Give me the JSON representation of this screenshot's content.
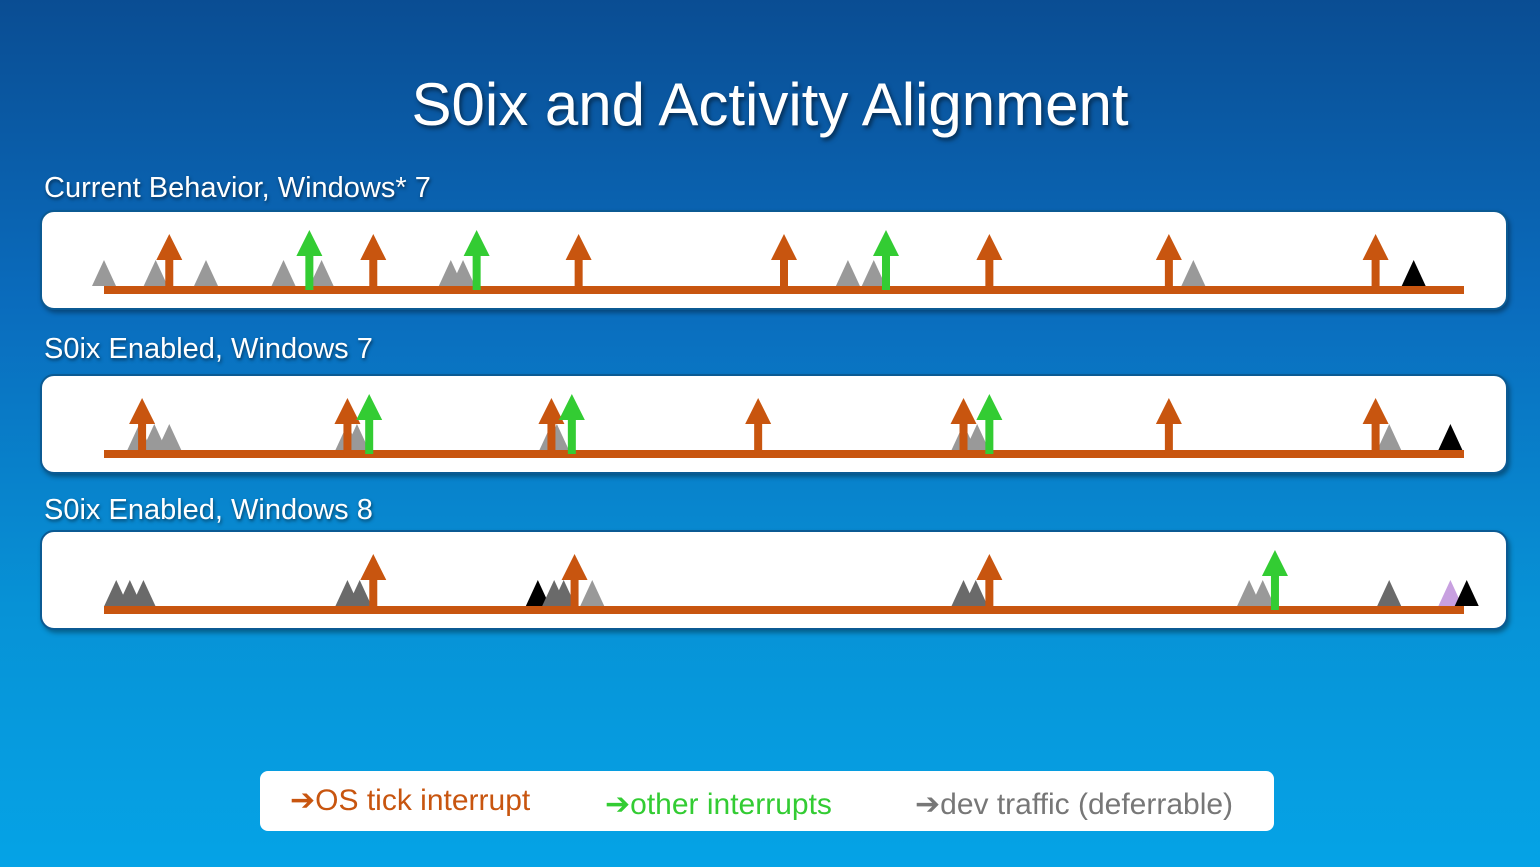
{
  "title": "S0ix and Activity Alignment",
  "colors": {
    "os_tick": "#c8550f",
    "other": "#33cc33",
    "dev": "#999999",
    "dev_dark": "#6a6a6a",
    "black": "#000000",
    "purple": "#c8a0e0"
  },
  "timelines": [
    {
      "label": "Current Behavior, Windows* 7",
      "events": [
        {
          "type": "dev",
          "t": 0
        },
        {
          "type": "dev",
          "t": 3.8
        },
        {
          "type": "dev",
          "t": 7.5
        },
        {
          "type": "dev",
          "t": 13.2
        },
        {
          "type": "dev",
          "t": 16
        },
        {
          "type": "dev",
          "t": 25.5
        },
        {
          "type": "dev",
          "t": 26.4
        },
        {
          "type": "dev",
          "t": 54.7
        },
        {
          "type": "dev",
          "t": 56.6
        },
        {
          "type": "dev",
          "t": 80.1
        },
        {
          "type": "black",
          "t": 96.3
        },
        {
          "type": "os_tick",
          "t": 4.8
        },
        {
          "type": "os_tick",
          "t": 19.8
        },
        {
          "type": "os_tick",
          "t": 34.9
        },
        {
          "type": "os_tick",
          "t": 50
        },
        {
          "type": "os_tick",
          "t": 65.1
        },
        {
          "type": "os_tick",
          "t": 78.3
        },
        {
          "type": "os_tick",
          "t": 93.5
        },
        {
          "type": "other",
          "t": 15.1
        },
        {
          "type": "other",
          "t": 27.4
        },
        {
          "type": "other",
          "t": 57.5
        }
      ]
    },
    {
      "label": "S0ix Enabled, Windows 7",
      "events": [
        {
          "type": "dev",
          "t": 2.6
        },
        {
          "type": "dev",
          "t": 3.7
        },
        {
          "type": "dev",
          "t": 4.8
        },
        {
          "type": "dev",
          "t": 17.9
        },
        {
          "type": "dev",
          "t": 18.6
        },
        {
          "type": "dev",
          "t": 32.9
        },
        {
          "type": "dev",
          "t": 33.3
        },
        {
          "type": "dev",
          "t": 63.2
        },
        {
          "type": "dev",
          "t": 64.2
        },
        {
          "type": "dev",
          "t": 94.5
        },
        {
          "type": "black",
          "t": 99
        },
        {
          "type": "os_tick",
          "t": 2.8
        },
        {
          "type": "os_tick",
          "t": 17.9
        },
        {
          "type": "os_tick",
          "t": 32.9
        },
        {
          "type": "os_tick",
          "t": 48.1
        },
        {
          "type": "os_tick",
          "t": 63.2
        },
        {
          "type": "os_tick",
          "t": 78.3
        },
        {
          "type": "os_tick",
          "t": 93.5
        },
        {
          "type": "other",
          "t": 19.5
        },
        {
          "type": "other",
          "t": 34.4
        },
        {
          "type": "other",
          "t": 65.1
        }
      ]
    },
    {
      "label": "S0ix Enabled, Windows 8",
      "events": [
        {
          "type": "dev_dark",
          "t": 0.9
        },
        {
          "type": "dev_dark",
          "t": 1.9
        },
        {
          "type": "dev_dark",
          "t": 2.9
        },
        {
          "type": "dev_dark",
          "t": 17.9
        },
        {
          "type": "dev_dark",
          "t": 18.8
        },
        {
          "type": "black",
          "t": 31.9
        },
        {
          "type": "dev_dark",
          "t": 33.1
        },
        {
          "type": "dev_dark",
          "t": 33.8
        },
        {
          "type": "dev",
          "t": 35.9
        },
        {
          "type": "dev_dark",
          "t": 63.2
        },
        {
          "type": "dev_dark",
          "t": 64.1
        },
        {
          "type": "dev",
          "t": 84.2
        },
        {
          "type": "dev",
          "t": 85.2
        },
        {
          "type": "dev_dark",
          "t": 94.5
        },
        {
          "type": "purple",
          "t": 99
        },
        {
          "type": "black",
          "t": 100.2
        },
        {
          "type": "os_tick",
          "t": 19.8
        },
        {
          "type": "os_tick",
          "t": 34.6
        },
        {
          "type": "os_tick",
          "t": 65.1
        },
        {
          "type": "other",
          "t": 86.1
        }
      ]
    }
  ],
  "legend": [
    {
      "label": "OS tick interrupt",
      "arrow": "➔",
      "color": "#c8550f"
    },
    {
      "label": "other interrupts",
      "arrow": "➔",
      "color": "#33cc33"
    },
    {
      "label": "dev traffic (deferrable)",
      "arrow": "➔",
      "color": "#777777"
    }
  ]
}
